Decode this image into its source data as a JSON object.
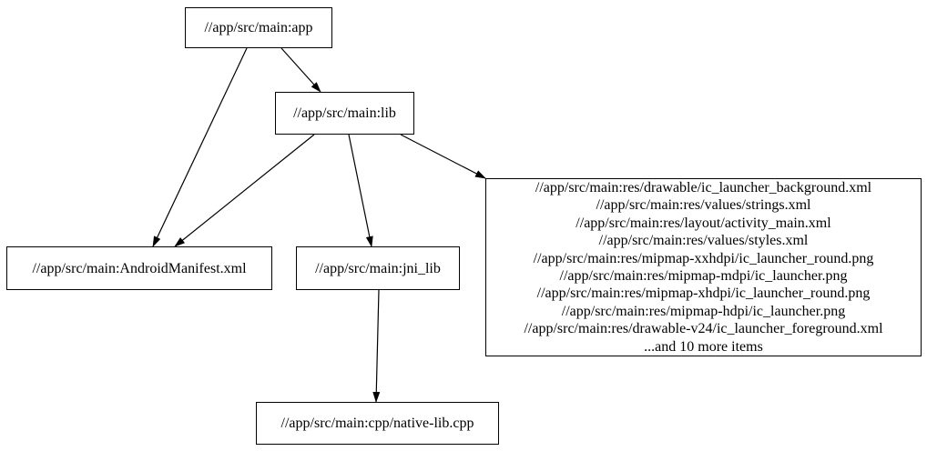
{
  "diagram": {
    "type": "dependency-graph",
    "background_color": "#ffffff",
    "node_border_color": "#000000",
    "edge_color": "#000000",
    "nodes": {
      "app": {
        "label": "//app/src/main:app"
      },
      "lib": {
        "label": "//app/src/main:lib"
      },
      "manifest": {
        "label": "//app/src/main:AndroidManifest.xml"
      },
      "jni_lib": {
        "label": "//app/src/main:jni_lib"
      },
      "cpp": {
        "label": "//app/src/main:cpp/native-lib.cpp"
      },
      "resources": {
        "lines": [
          "//app/src/main:res/drawable/ic_launcher_background.xml",
          "//app/src/main:res/values/strings.xml",
          "//app/src/main:res/layout/activity_main.xml",
          "//app/src/main:res/values/styles.xml",
          "//app/src/main:res/mipmap-xxhdpi/ic_launcher_round.png",
          "//app/src/main:res/mipmap-mdpi/ic_launcher.png",
          "//app/src/main:res/mipmap-xhdpi/ic_launcher_round.png",
          "//app/src/main:res/mipmap-hdpi/ic_launcher.png",
          "//app/src/main:res/drawable-v24/ic_launcher_foreground.xml",
          "...and 10 more items"
        ]
      }
    },
    "edges": [
      {
        "from": "//app/src/main:app",
        "to": "//app/src/main:lib"
      },
      {
        "from": "//app/src/main:app",
        "to": "//app/src/main:AndroidManifest.xml"
      },
      {
        "from": "//app/src/main:lib",
        "to": "//app/src/main:AndroidManifest.xml"
      },
      {
        "from": "//app/src/main:lib",
        "to": "//app/src/main:jni_lib"
      },
      {
        "from": "//app/src/main:lib",
        "to": "//app/src/main:res (resource group)"
      },
      {
        "from": "//app/src/main:jni_lib",
        "to": "//app/src/main:cpp/native-lib.cpp"
      }
    ]
  }
}
